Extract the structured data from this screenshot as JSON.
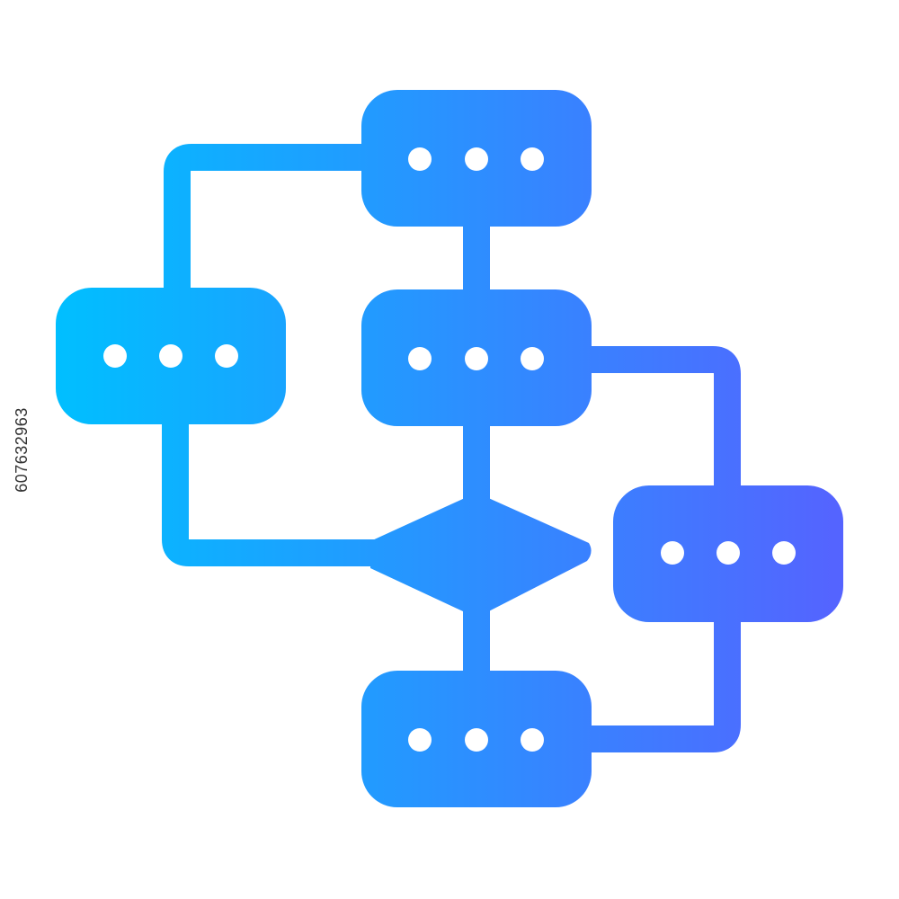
{
  "image": {
    "stock_id": "607632963"
  },
  "icon": {
    "name": "flowchart-icon",
    "gradient": {
      "start": "#00BFFF",
      "end": "#5563FF"
    },
    "dot_color": "#FFFFFF",
    "nodes": [
      {
        "id": "top",
        "shape": "rounded-rect",
        "dots": 3
      },
      {
        "id": "left",
        "shape": "rounded-rect",
        "dots": 3
      },
      {
        "id": "middle",
        "shape": "rounded-rect",
        "dots": 3
      },
      {
        "id": "right",
        "shape": "rounded-rect",
        "dots": 3
      },
      {
        "id": "bottom",
        "shape": "rounded-rect",
        "dots": 3
      },
      {
        "id": "decision",
        "shape": "diamond",
        "dots": 0
      }
    ]
  }
}
